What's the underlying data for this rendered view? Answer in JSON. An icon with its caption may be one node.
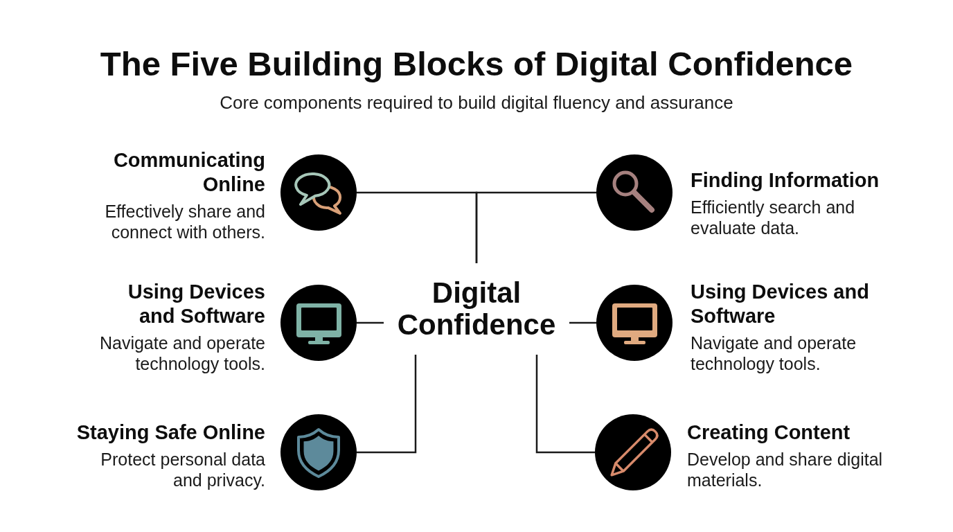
{
  "diagram": {
    "title": "The Five Building Blocks of Digital Confidence",
    "nodes": [
      {
        "text": [],
        "shape": "circle",
        "beside": [
          "Communicating Online",
          "Effectively share and connect with others."
        ]
      },
      {
        "text": [],
        "shape": "circle",
        "beside": [
          "Finding Information",
          "Efficiently search and evaluate data."
        ]
      },
      {
        "text": [],
        "shape": "circle",
        "beside": [
          "Using Devices and Software",
          "Navigate and operate technology tools."
        ]
      },
      {
        "text": [
          "Digital Confidence"
        ]
      },
      {
        "text": [],
        "shape": "circle",
        "beside": [
          "Using Devices and Software",
          "Navigate and operate technology tools."
        ]
      },
      {
        "text": [],
        "shape": "circle",
        "beside": [
          "Staying Safe Online",
          "Protect personal data and privacy."
        ]
      },
      {
        "text": [],
        "shape": "circle",
        "beside": [
          "Creating Content",
          "Develop and share digital materials."
        ]
      }
    ],
    "edges": [
      {
        "from": 3,
        "to": 0,
        "arrow": "none"
      },
      {
        "from": 3,
        "to": 1,
        "arrow": "none"
      },
      {
        "from": 3,
        "to": 2,
        "arrow": "none"
      },
      {
        "from": 3,
        "to": 4,
        "arrow": "none"
      },
      {
        "from": 3,
        "to": 5,
        "arrow": "none"
      },
      {
        "from": 3,
        "to": 6,
        "arrow": "none"
      }
    ],
    "labels": [
      "Core components required to build digital fluency and assurance"
    ]
  }
}
